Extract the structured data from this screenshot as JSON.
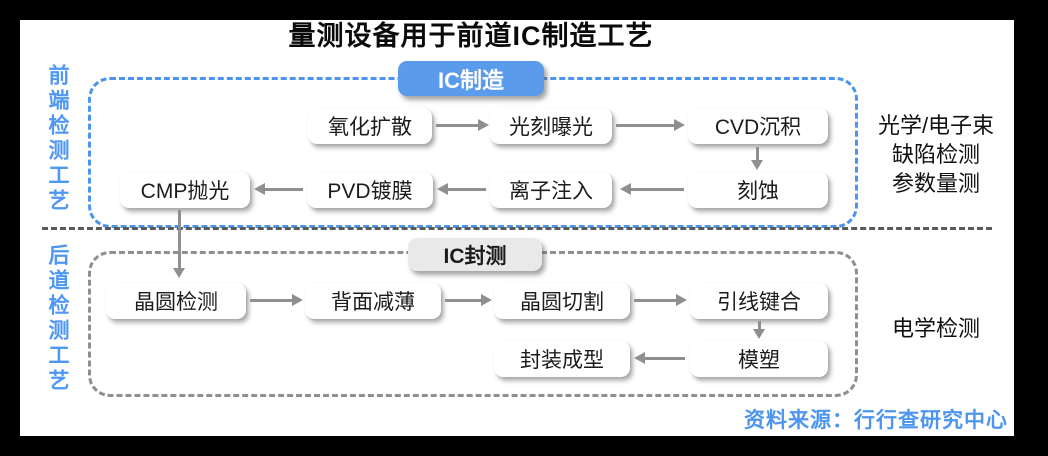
{
  "title": "量测设备用于前道IC制造工艺",
  "colors": {
    "accent_blue": "#4D94EE",
    "badge_blue_bg": "#5B9BEC",
    "badge_gray_bg": "#E9E9E9",
    "arrow_gray": "#8F8F8F",
    "divider_gray": "#5A5A5A",
    "back_zone_border_gray": "#8F8F8F",
    "source_blue": "#4D96F0",
    "frame_black": "#000000"
  },
  "front_end": {
    "side_label": "前端检测工艺",
    "badge": "IC制造",
    "row1": [
      "氧化扩散",
      "光刻曝光",
      "CVD沉积"
    ],
    "row2": [
      "CMP抛光",
      "PVD镀膜",
      "离子注入",
      "刻蚀"
    ],
    "right_note": [
      "光学/电子束",
      "缺陷检测",
      "参数量测"
    ]
  },
  "back_end": {
    "side_label": "后道检测工艺",
    "badge": "IC封测",
    "row1": [
      "晶圆检测",
      "背面减薄",
      "晶圆切割",
      "引线键合"
    ],
    "row2": [
      "封装成型",
      "模塑"
    ],
    "right_note": [
      "电学检测"
    ]
  },
  "source": "资料来源：行行查研究中心"
}
